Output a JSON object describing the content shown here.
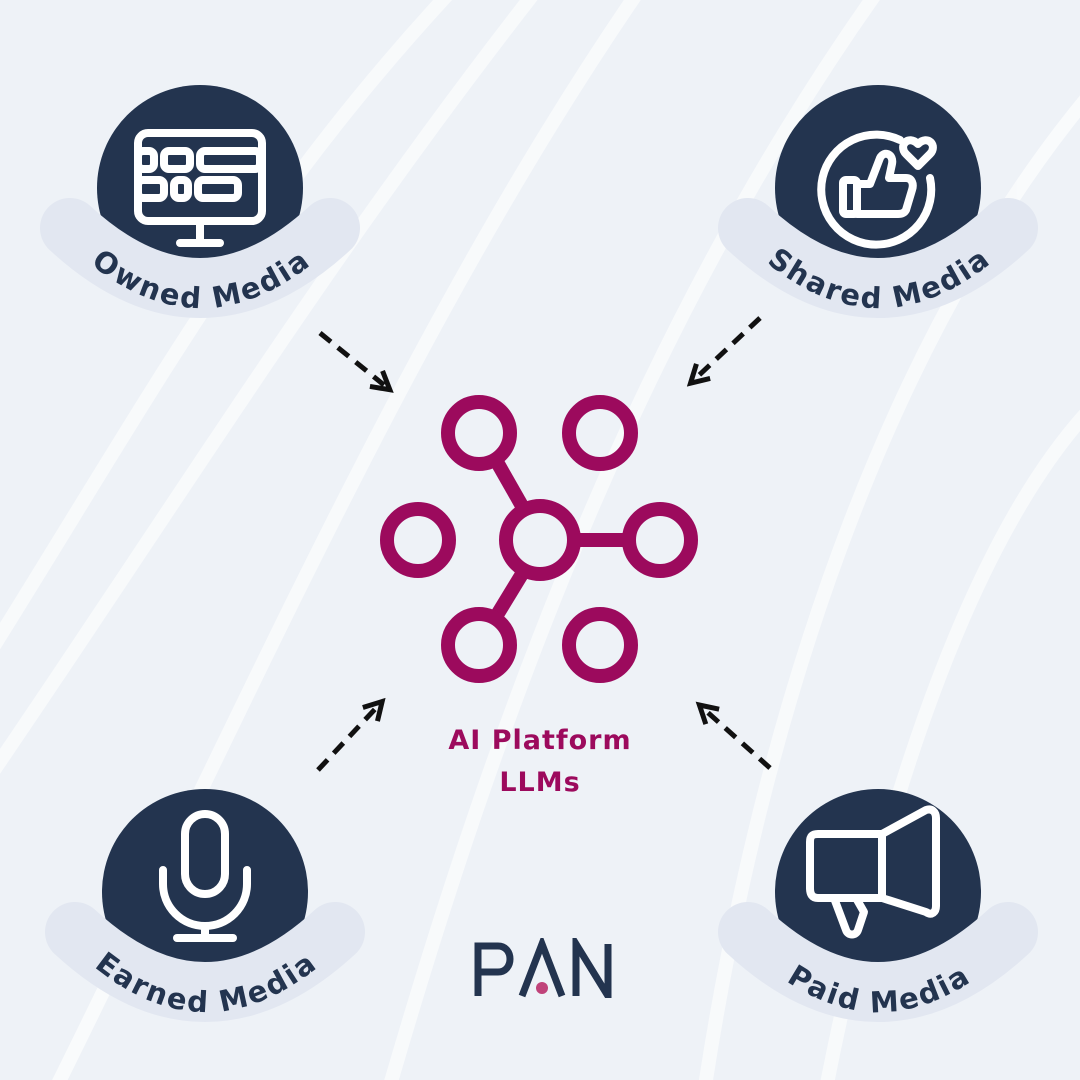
{
  "badges": {
    "owned": {
      "label": "Owned Media",
      "icon": "monitor-icon"
    },
    "shared": {
      "label": "Shared Media",
      "icon": "thumbs-up-heart-icon"
    },
    "earned": {
      "label": "Earned Media",
      "icon": "microphone-icon"
    },
    "paid": {
      "label": "Paid Media",
      "icon": "megaphone-icon"
    }
  },
  "center": {
    "line1": "AI Platform",
    "line2": "LLMs",
    "icon": "network-nodes-icon"
  },
  "logo": {
    "text": "PAN"
  },
  "colors": {
    "navy": "#23344f",
    "band": "#e2e7f1",
    "magenta": "#9c0a5d",
    "logo_dot": "#c0437a",
    "background": "#eef2f7"
  }
}
